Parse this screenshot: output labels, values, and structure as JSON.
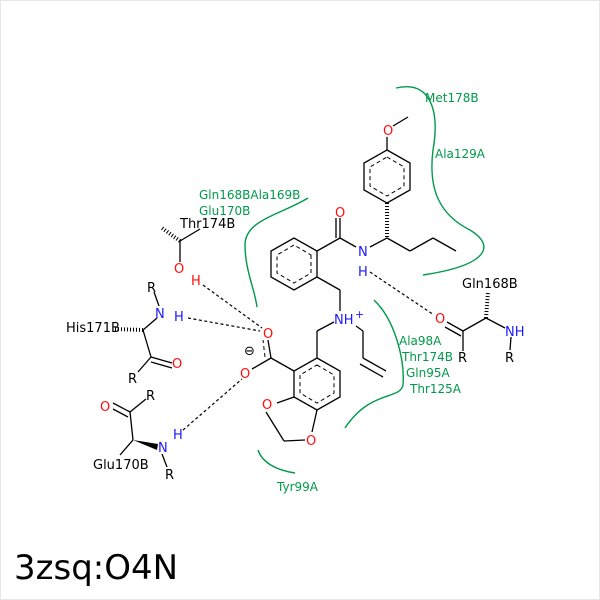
{
  "title": "3zsq:O4N",
  "atoms": {
    "O": "O",
    "N": "N",
    "H": "H",
    "NH": "NH",
    "NHplus": "NH",
    "plus": "+",
    "R": "R",
    "minus": "⊖"
  },
  "residues": {
    "thr174b": "Thr174B",
    "his171b": "His171B",
    "glu170b": "Glu170B",
    "gln168b": "Gln168B"
  },
  "hydrophobic": {
    "met178b": "Met178B",
    "ala129a": "Ala129A",
    "gln168b_ala169b": "Gln168BAla169B",
    "glu170b": "Glu170B",
    "ala98a": "Ala98A",
    "thr174b": "Thr174B",
    "gln95a": "Gln95A",
    "thr125a": "Thr125A",
    "tyr99a": "Tyr99A"
  }
}
